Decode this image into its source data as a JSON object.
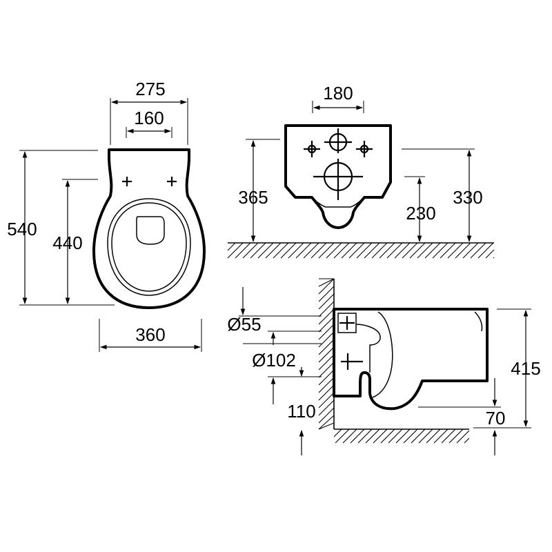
{
  "dimensions": {
    "top_width_outer": "275",
    "top_width_inner": "160",
    "bottom_width": "360",
    "total_length": "540",
    "fixing_length": "440",
    "rear_hole_spacing": "180",
    "rear_height_total": "365",
    "rear_height_right": "330",
    "rear_outlet_height": "230",
    "side_inlet_diameter": "Ø55",
    "side_outlet_diameter": "Ø102",
    "side_outlet_height": "110",
    "side_floor_gap": "70",
    "side_height": "415"
  }
}
